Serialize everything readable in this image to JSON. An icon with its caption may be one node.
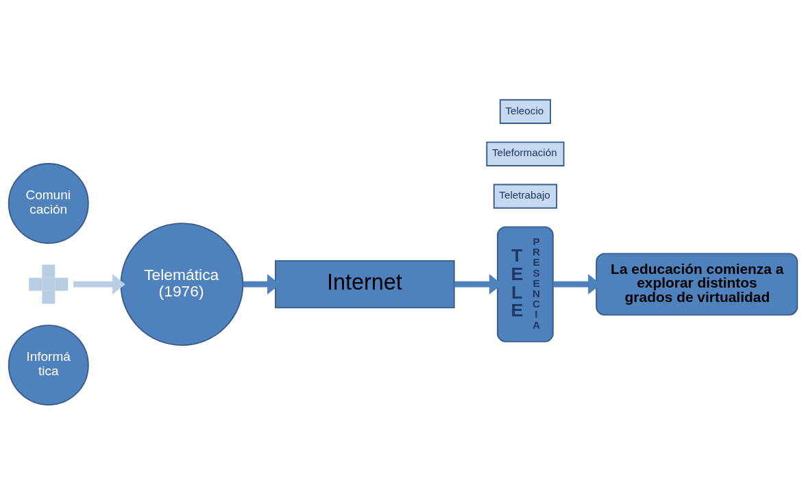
{
  "diagram": {
    "nodes": [
      {
        "text": [
          "Informá tica"
        ]
      },
      {
        "text": [],
        "shape": "cross"
      },
      {
        "text": [
          "Comuni cación"
        ]
      },
      {
        "text": [
          "Telemática (1976)"
        ]
      },
      {
        "text": [
          "Internet"
        ]
      },
      {
        "text": [
          "TELE",
          "PRESENCIA"
        ]
      },
      {
        "text": [
          "Teletrabajo"
        ]
      },
      {
        "text": [
          "Teleformación"
        ]
      },
      {
        "text": [
          "Teleocio"
        ]
      },
      {
        "text": [
          "La educación comienza a explorar distintos grados de virtualidad"
        ]
      }
    ],
    "edges": [
      {
        "from": 1,
        "to": 3,
        "arrow": "to",
        "color": "#b9cde5"
      },
      {
        "from": 3,
        "to": 4,
        "arrow": "to"
      },
      {
        "from": 4,
        "to": 5,
        "arrow": "to"
      },
      {
        "from": 5,
        "to": 9,
        "arrow": "to"
      }
    ]
  }
}
